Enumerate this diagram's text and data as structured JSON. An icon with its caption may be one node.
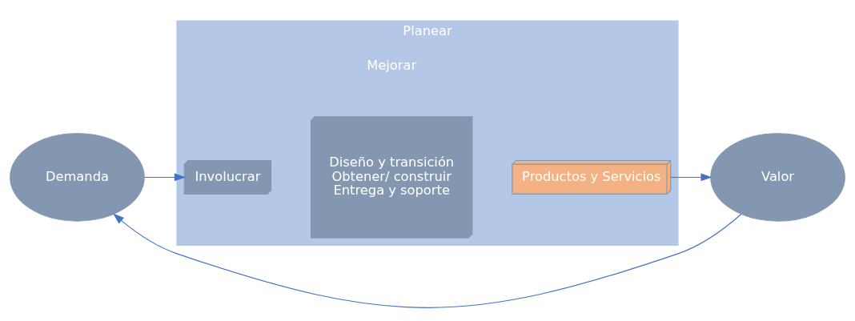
{
  "diagram": {
    "nodes": [
      {
        "text": [
          "Demanda"
        ]
      },
      {
        "text": [
          "Planear",
          "Mejorar"
        ]
      },
      {
        "text": [
          "Involucrar"
        ],
        "in": 1
      },
      {
        "text": [
          "Diseño y transición",
          "Obtener/ construir",
          "Entrega y soporte"
        ],
        "in": 1
      },
      {
        "text": [
          "Productos y Servicios"
        ],
        "in": 1
      },
      {
        "text": [
          "Valor"
        ]
      }
    ],
    "edges": [
      {
        "from": 0,
        "to": 2,
        "arrow": "to"
      },
      {
        "from": 4,
        "to": 5,
        "arrow": "to"
      },
      {
        "from": 5,
        "to": 0,
        "arrow": "to"
      }
    ]
  }
}
